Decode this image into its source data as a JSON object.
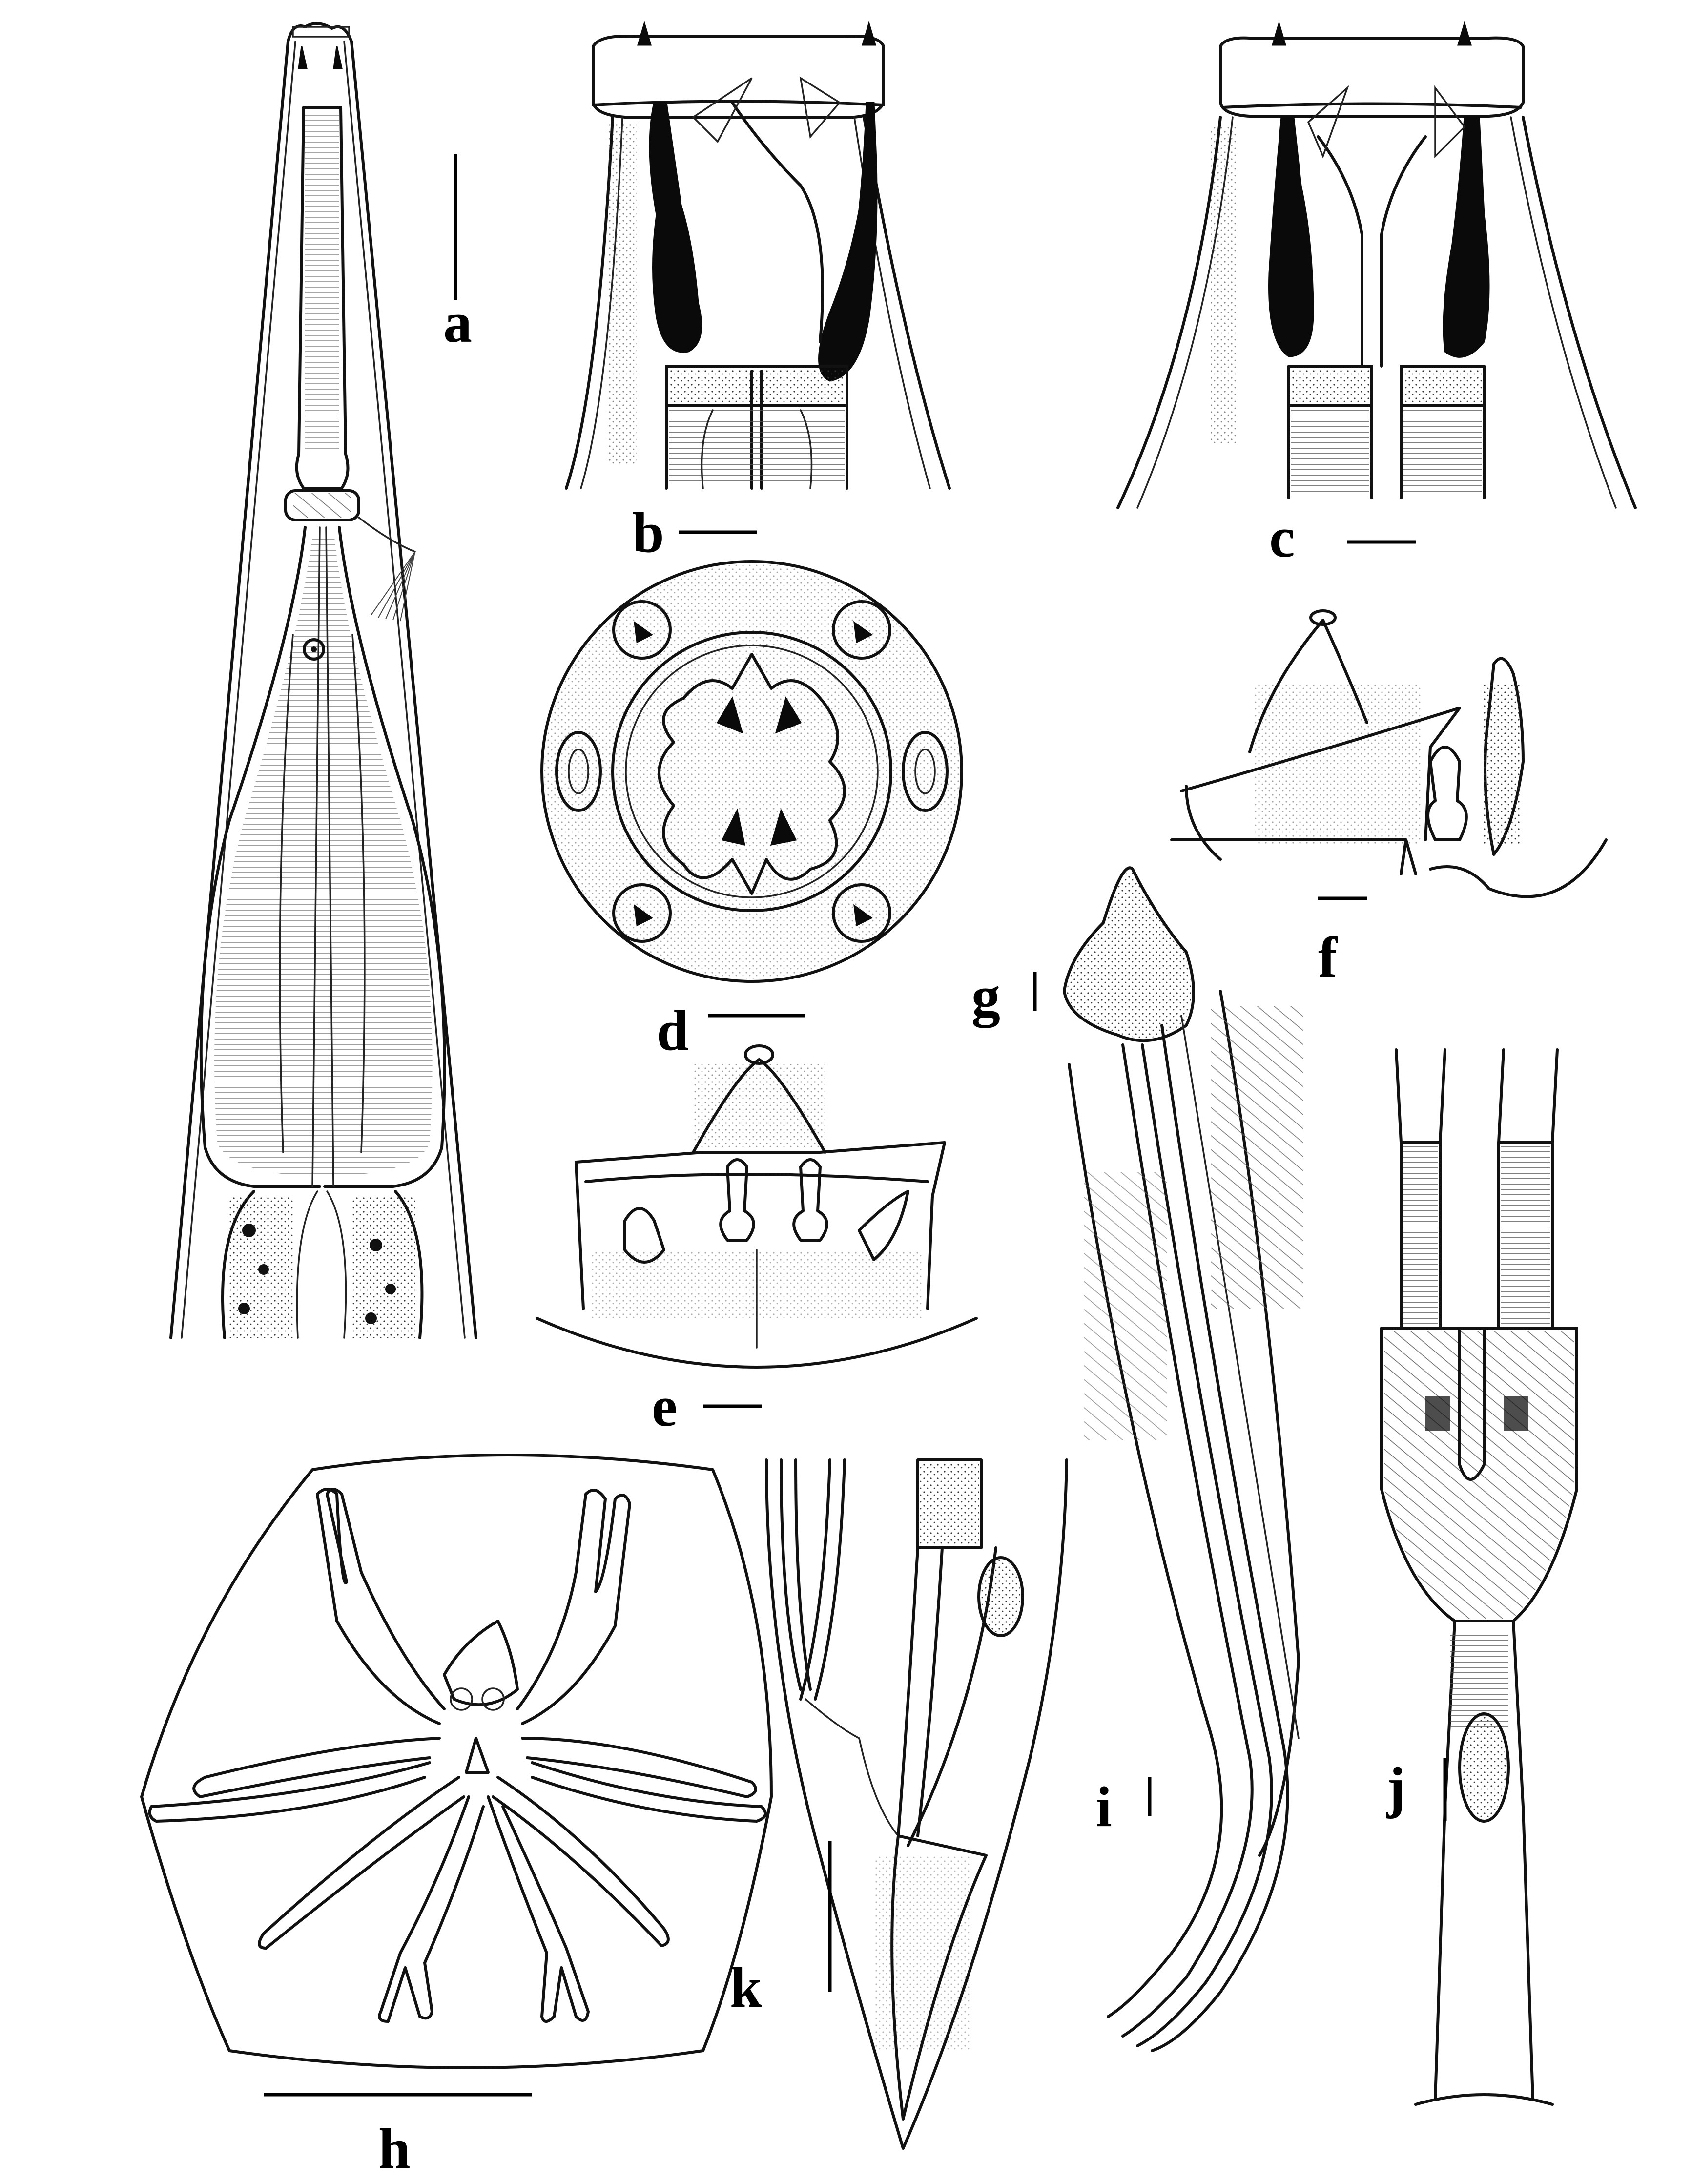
{
  "plate": {
    "background": "#ffffff",
    "ink": "#111111",
    "panels": [
      {
        "id": "a",
        "label": "a"
      },
      {
        "id": "b",
        "label": "b"
      },
      {
        "id": "c",
        "label": "c"
      },
      {
        "id": "d",
        "label": "d"
      },
      {
        "id": "e",
        "label": "e"
      },
      {
        "id": "f",
        "label": "f"
      },
      {
        "id": "g",
        "label": "g"
      },
      {
        "id": "h",
        "label": "h"
      },
      {
        "id": "i",
        "label": "i"
      },
      {
        "id": "j",
        "label": "j"
      },
      {
        "id": "k",
        "label": "k"
      }
    ]
  }
}
